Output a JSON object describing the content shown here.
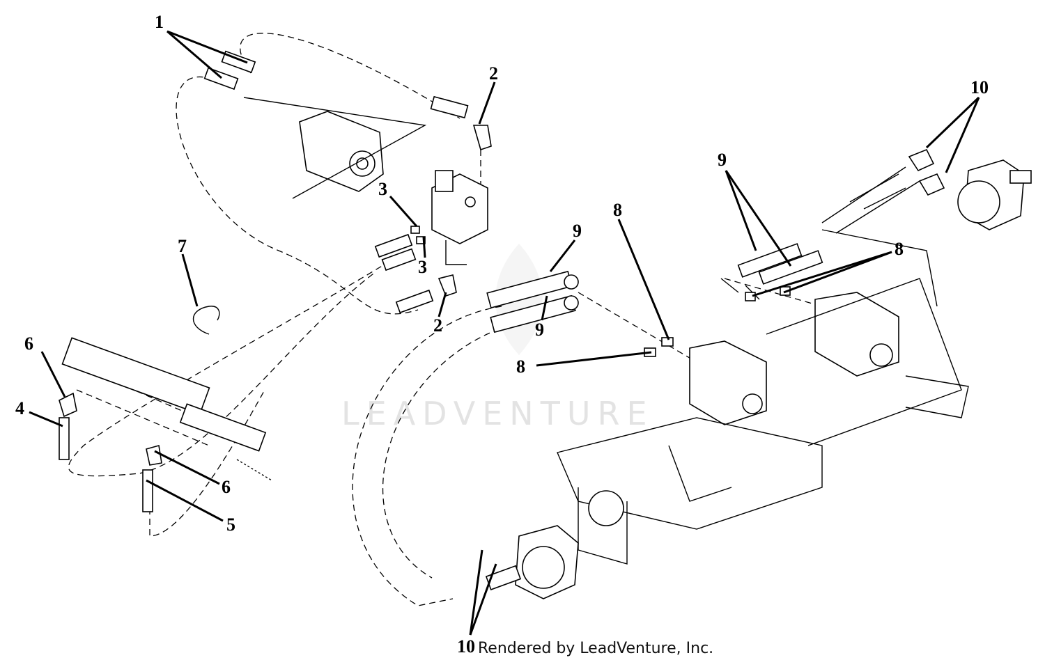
{
  "diagram": {
    "watermark": "LEADVENTURE",
    "credit": "Rendered by LeadVenture, Inc.",
    "callouts": [
      "1",
      "2",
      "3",
      "3",
      "7",
      "2",
      "6",
      "4",
      "6",
      "5",
      "9",
      "9",
      "8",
      "8",
      "9",
      "10",
      "8",
      "10"
    ]
  },
  "colors": {
    "ink": "#000000",
    "background": "#ffffff",
    "watermark": "#e3e3e3"
  }
}
